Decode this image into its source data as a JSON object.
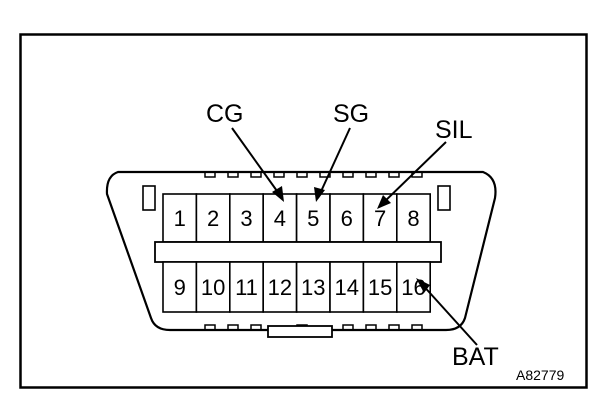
{
  "figure": {
    "id_label": "A82779"
  },
  "connector": {
    "top_row": [
      "1",
      "2",
      "3",
      "4",
      "5",
      "6",
      "7",
      "8"
    ],
    "bottom_row": [
      "9",
      "10",
      "11",
      "12",
      "13",
      "14",
      "15",
      "16"
    ]
  },
  "callouts": [
    {
      "label": "CG",
      "pin": "4"
    },
    {
      "label": "SG",
      "pin": "5"
    },
    {
      "label": "SIL",
      "pin": "7"
    },
    {
      "label": "BAT",
      "pin": "16"
    }
  ]
}
